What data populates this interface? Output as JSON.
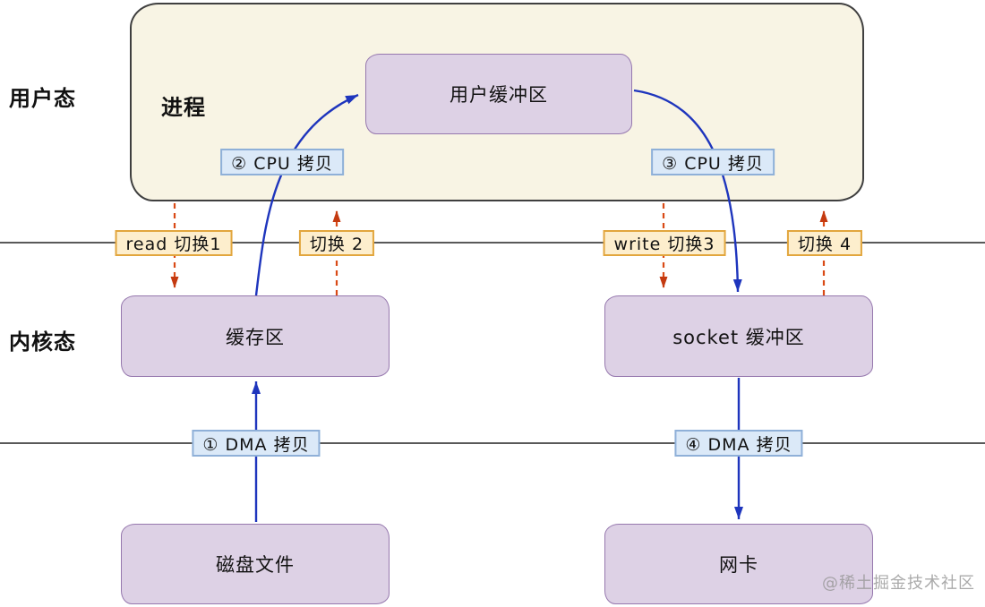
{
  "diagram": {
    "zones": {
      "user_mode": "用户态",
      "kernel_mode": "内核态"
    },
    "process_label": "进程",
    "nodes": {
      "user_buffer": "用户缓冲区",
      "kernel_buffer": "缓存区",
      "socket_buffer": "socket 缓冲区",
      "disk_file": "磁盘文件",
      "nic": "网卡"
    },
    "copies": {
      "dma_copy_1": "① DMA 拷贝",
      "cpu_copy_2": "② CPU 拷贝",
      "cpu_copy_3": "③ CPU 拷贝",
      "dma_copy_4": "④ DMA 拷贝"
    },
    "switches": {
      "read_switch_1": "read 切换1",
      "switch_2": "切换 2",
      "write_switch_3": "write 切换3",
      "switch_4": "切换 4"
    },
    "watermark": "@稀土掘金技术社区",
    "colors": {
      "process_fill": "#f8f4e4",
      "process_border": "#3f3f3f",
      "node_fill": "#ddd1e5",
      "node_border": "#9678ae",
      "copy_label_fill": "#dbe9f8",
      "copy_label_border": "#8fb0d8",
      "switch_label_fill": "#fdeecd",
      "switch_label_border": "#e2a63e",
      "data_arrow": "#1e35bd",
      "switch_arrow": "#d94a16",
      "switch_arrow_head": "#c43a10",
      "line_color": "#222222",
      "watermark_color": "#969696"
    }
  }
}
